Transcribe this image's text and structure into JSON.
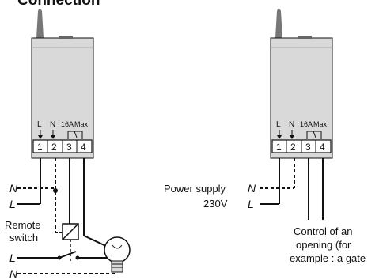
{
  "title": "Connection",
  "left_module": {
    "labels": {
      "l": "L",
      "n": "N",
      "amp": "16A",
      "max": "Max"
    },
    "terminals": [
      "1",
      "2",
      "3",
      "4"
    ]
  },
  "right_module": {
    "labels": {
      "l": "L",
      "n": "N",
      "amp": "16A",
      "max": "Max"
    },
    "terminals": [
      "1",
      "2",
      "3",
      "4"
    ]
  },
  "left_diagram": {
    "n_label": "N",
    "l_label": "L",
    "remote_label_1": "Remote",
    "remote_label_2": "switch",
    "l2_label": "L",
    "n2_label": "N"
  },
  "right_diagram": {
    "power_label_1": "Power supply",
    "power_label_2": "230V",
    "n_label": "N",
    "l_label": "L",
    "control_1": "Control of an",
    "control_2": "opening (for",
    "control_3": "example : a gate"
  },
  "colors": {
    "module_fill": "#d9d9d9",
    "antenna_fill": "#777777",
    "line": "#111111"
  }
}
